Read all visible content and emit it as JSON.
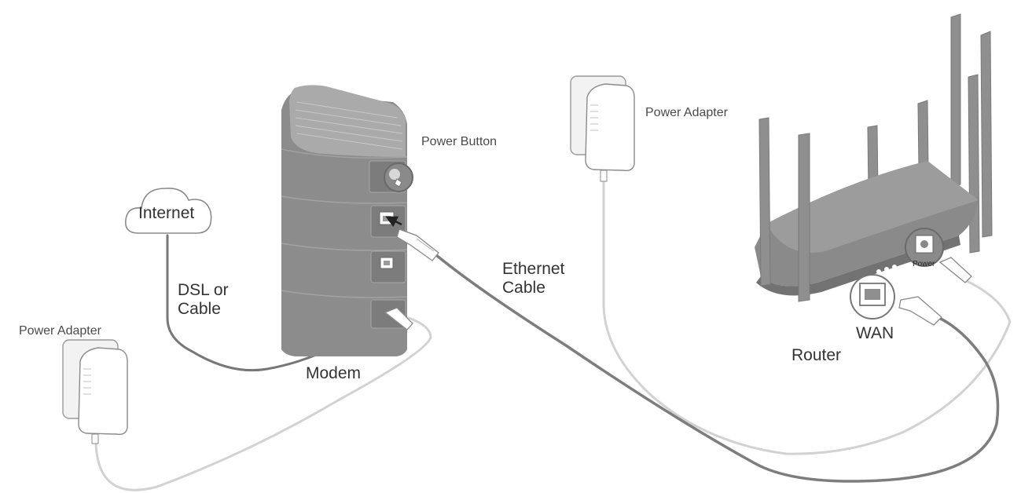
{
  "labels": {
    "internet": "Internet",
    "dsl_or_cable": [
      "DSL or",
      "Cable"
    ],
    "modem": "Modem",
    "power_button": "Power Button",
    "ethernet_cable": [
      "Ethernet",
      "Cable"
    ],
    "power_adapter_left": "Power Adapter",
    "power_adapter_top": "Power Adapter",
    "router": "Router",
    "wan": "WAN",
    "power_port": "Power"
  },
  "colors": {
    "device_body": "#8e8e8e",
    "device_dark": "#6f6f6f",
    "cable_dark": "#777777",
    "cable_light": "#cfcfcf",
    "outline": "#9a9a9a"
  },
  "icons": [
    "cloud-icon",
    "power-button-icon",
    "ethernet-port-icon",
    "power-adapter-icon",
    "antenna-icon"
  ]
}
